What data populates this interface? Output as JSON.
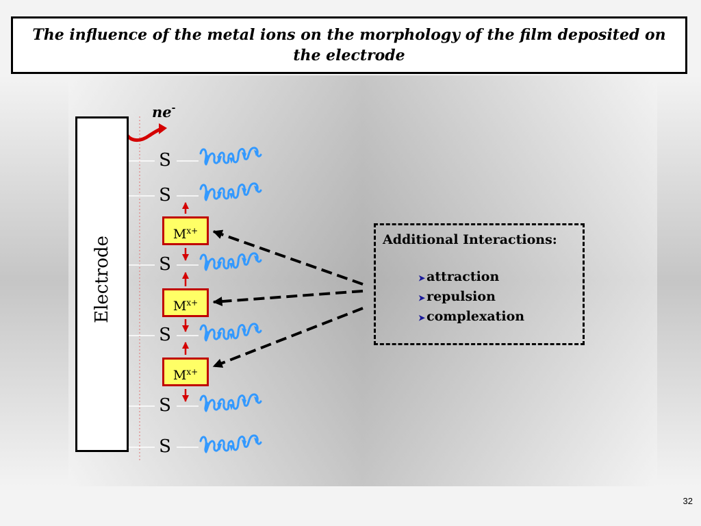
{
  "title": "The influence of the metal ions on the morphology of the film deposited on the electrode",
  "electrode_label": "Electrode",
  "electron": {
    "prefix": "ne",
    "charge": "-"
  },
  "surfactant_label": "S",
  "metal_ion": {
    "symbol": "M",
    "charge": "x+"
  },
  "annotation": {
    "heading": "Additional Interactions:",
    "items": [
      "attraction",
      "repulsion",
      "complexation"
    ]
  },
  "page_number": "32",
  "colors": {
    "metal_box_fill": "#ffff66",
    "metal_box_border": "#c00000",
    "arrow_red": "#d40000",
    "tail_blue": "#3399ff"
  }
}
